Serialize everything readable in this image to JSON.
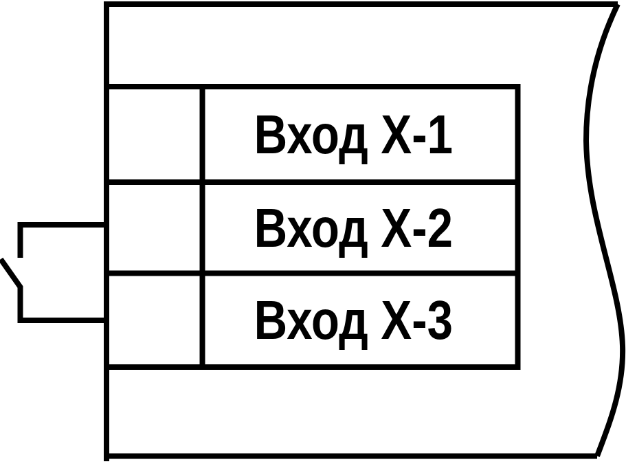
{
  "diagram": {
    "inputs": [
      {
        "label": "Вход Х-1"
      },
      {
        "label": "Вход Х-2"
      },
      {
        "label": "Вход Х-3"
      }
    ],
    "colors": {
      "line": "#000000",
      "background": "#ffffff"
    }
  }
}
